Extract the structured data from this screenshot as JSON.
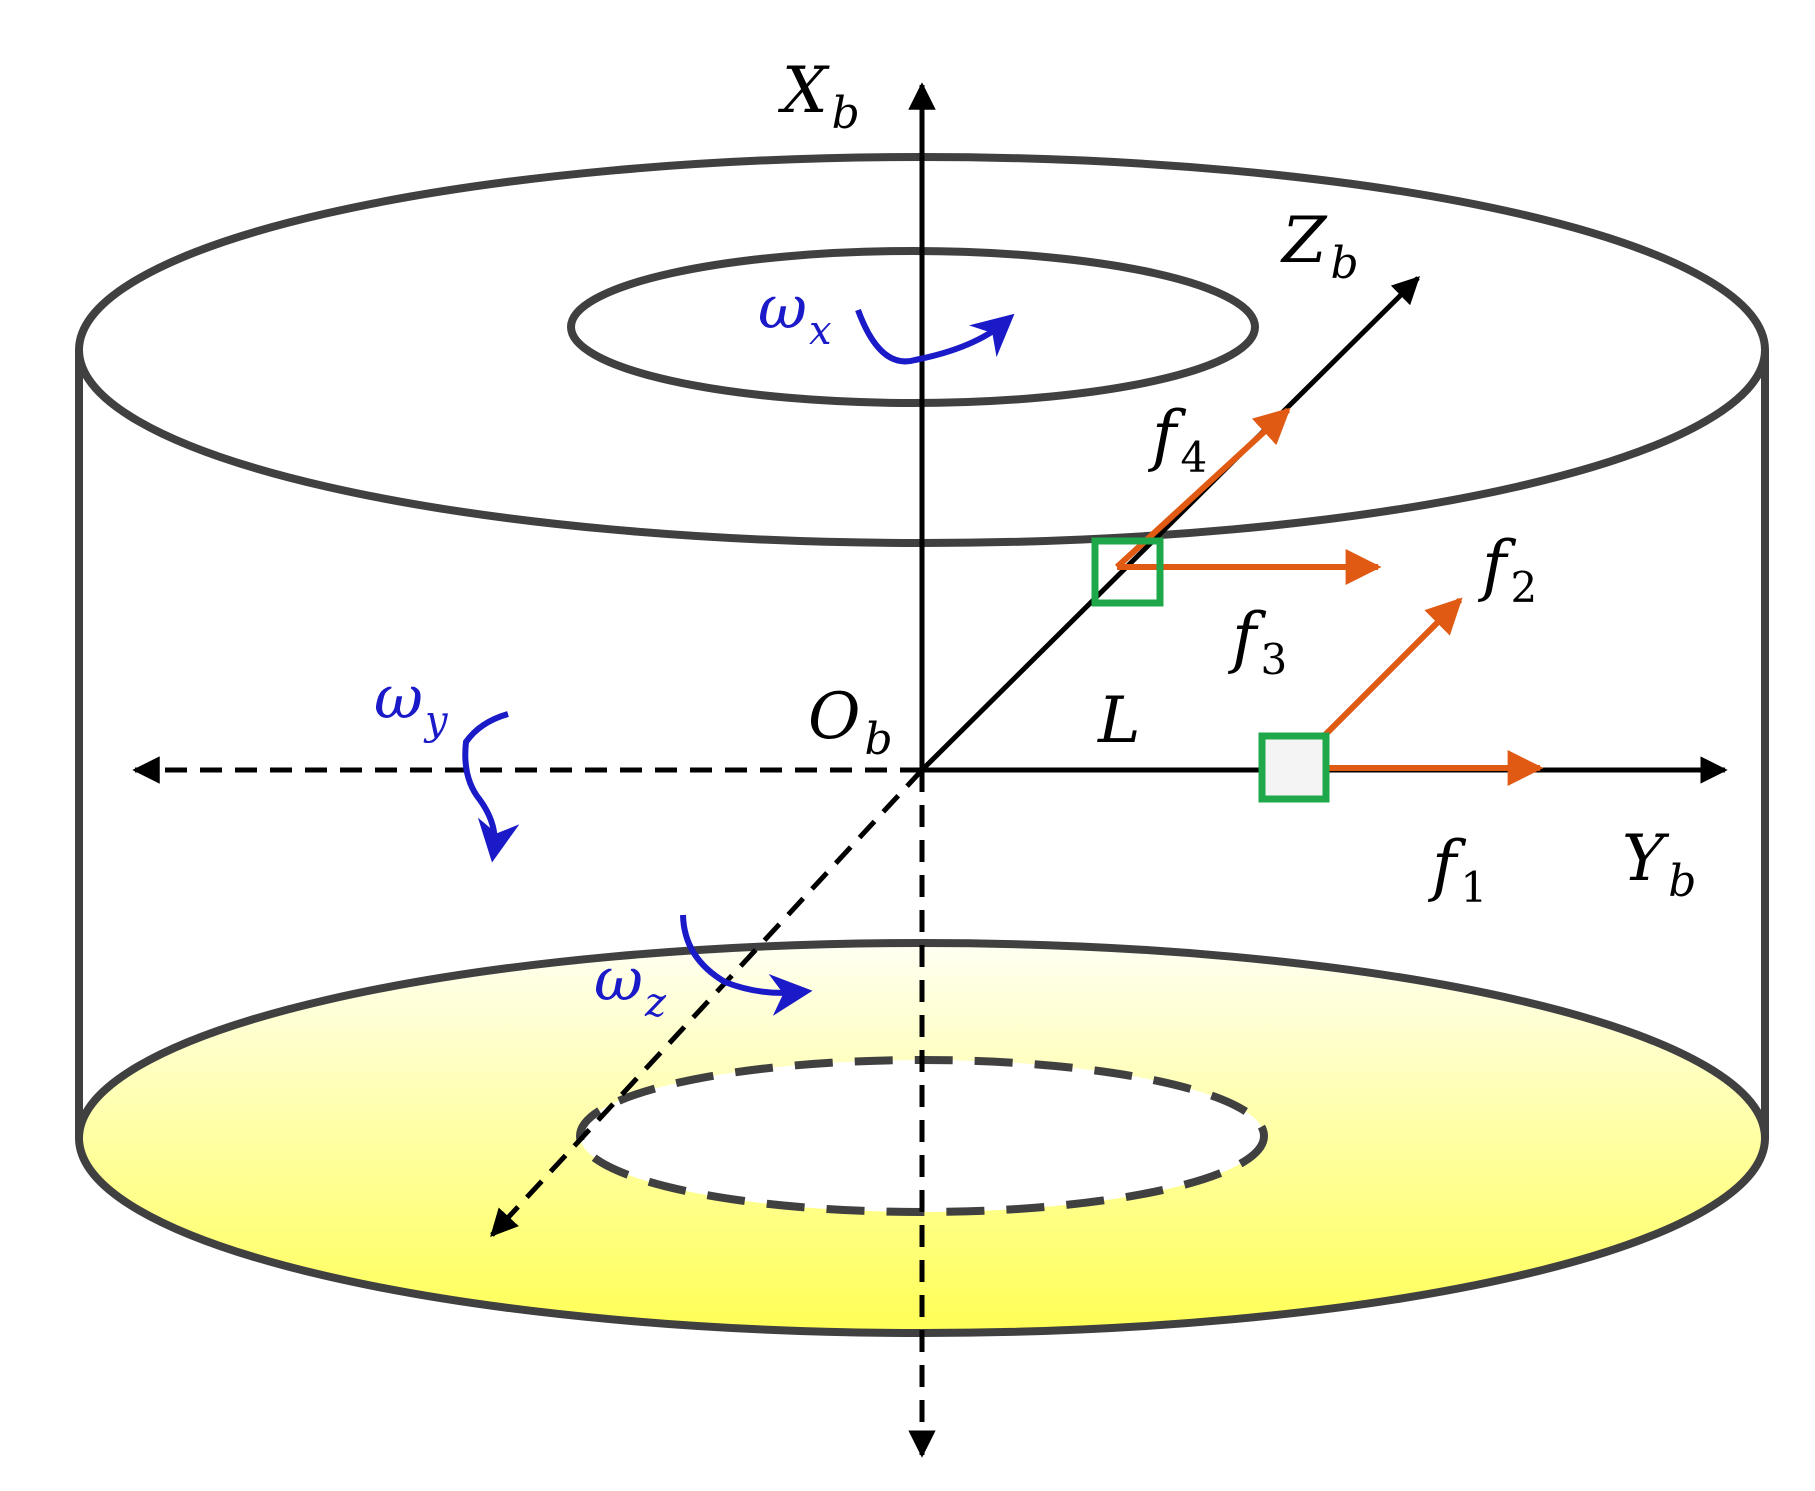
{
  "axes": {
    "x": {
      "main": "X",
      "sub": "b"
    },
    "y": {
      "main": "Y",
      "sub": "b"
    },
    "z": {
      "main": "Z",
      "sub": "b"
    },
    "origin": {
      "main": "O",
      "sub": "b"
    }
  },
  "rotations": {
    "x": {
      "main": "ω",
      "sub": "x"
    },
    "y": {
      "main": "ω",
      "sub": "y"
    },
    "z": {
      "main": "ω",
      "sub": "z"
    }
  },
  "forces": {
    "f1": {
      "main": "f",
      "sub": "1"
    },
    "f2": {
      "main": "f",
      "sub": "2"
    },
    "f3": {
      "main": "f",
      "sub": "3"
    },
    "f4": {
      "main": "f",
      "sub": "4"
    }
  },
  "distance_label": "L",
  "colors": {
    "outline": "#404040",
    "axis": "#000000",
    "force": "#e05a14",
    "rotation": "#1a1ac8",
    "thruster": "#1fa84a",
    "base_fill_top": "#fffff0",
    "base_fill_bottom": "#ffff55"
  }
}
